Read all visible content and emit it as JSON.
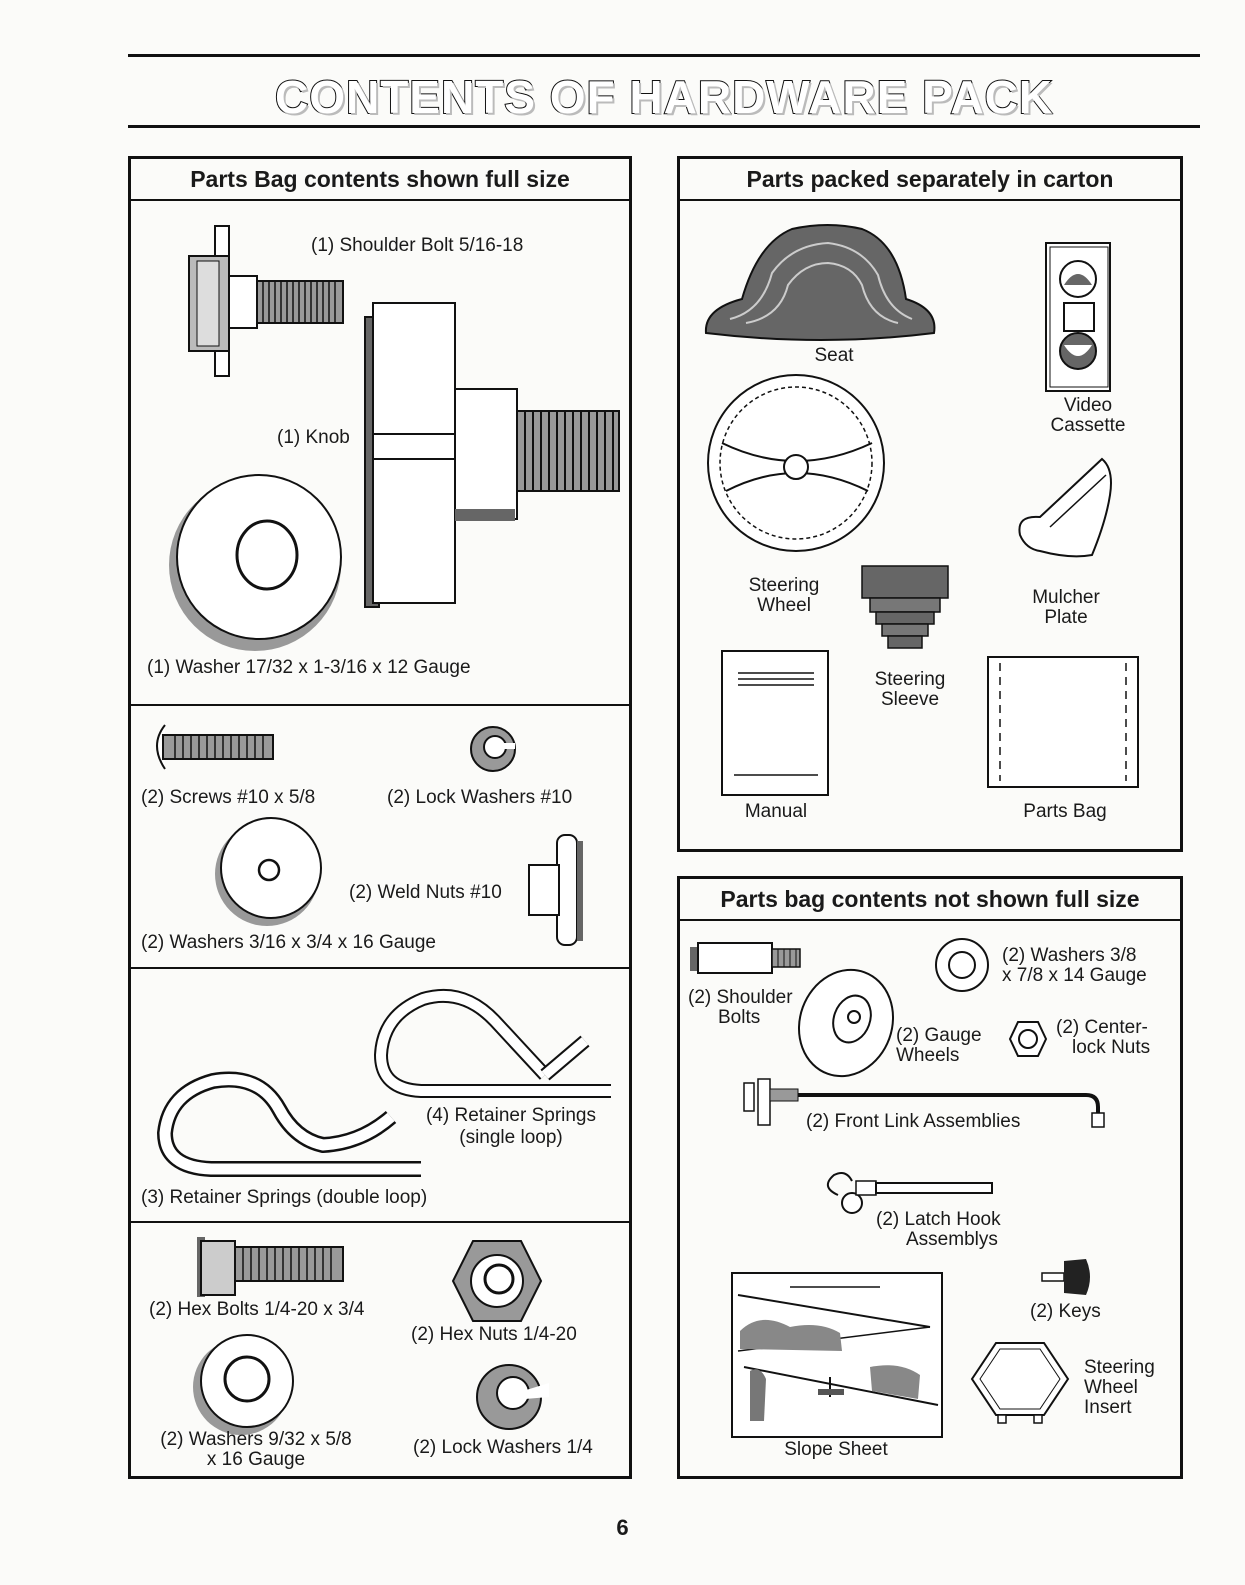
{
  "page": {
    "title": "CONTENTS OF HARDWARE PACK",
    "page_number": "6"
  },
  "left_box": {
    "header": "Parts Bag contents shown full size",
    "sec1": {
      "shoulder_bolt": "(1) Shoulder Bolt  5/16-18",
      "knob": "(1) Knob",
      "washer": "(1) Washer  17/32 x 1-3/16 x 12 Gauge"
    },
    "sec2": {
      "screws": "(2) Screws  #10 x 5/8",
      "lock_washers": "(2) Lock Washers  #10",
      "weld_nuts": "(2) Weld Nuts  #10",
      "washers": "(2) Washers  3/16 x 3/4 x 16 Gauge"
    },
    "sec3": {
      "single_loop_1": "(4)  Retainer Springs",
      "single_loop_2": "(single loop)",
      "double_loop": "(3)  Retainer Springs (double loop)"
    },
    "sec4": {
      "hex_bolts": "(2) Hex Bolts  1/4-20 x 3/4",
      "hex_nuts": "(2) Hex Nuts  1/4-20",
      "washers_1": "(2) Washers  9/32  x 5/8",
      "washers_2": "x 16 Gauge",
      "lock_washers": "(2) Lock Washers  1/4"
    }
  },
  "carton_box": {
    "header": "Parts packed separately in carton",
    "seat": "Seat",
    "video_1": "Video",
    "video_2": "Cassette",
    "steering_wheel_1": "Steering",
    "steering_wheel_2": "Wheel",
    "mulcher_1": "Mulcher",
    "mulcher_2": "Plate",
    "sleeve_1": "Steering",
    "sleeve_2": "Sleeve",
    "manual": "Manual",
    "parts_bag": "Parts Bag"
  },
  "notfull_box": {
    "header": "Parts bag contents not shown full size",
    "shoulder_bolts_1": "(2) Shoulder",
    "shoulder_bolts_2": "Bolts",
    "washers_1": "(2) Washers  3/8",
    "washers_2": "x 7/8 x 14 Gauge",
    "gauge_wheels_1": "(2) Gauge",
    "gauge_wheels_2": "Wheels",
    "centerlock_1": "(2) Center-",
    "centerlock_2": "lock Nuts",
    "front_link": "(2) Front Link Assemblies",
    "latch_hook_1": "(2) Latch Hook",
    "latch_hook_2": "Assemblys",
    "keys": "(2) Keys",
    "slope_sheet": "Slope Sheet",
    "insert_1": "Steering",
    "insert_2": "Wheel",
    "insert_3": "Insert"
  }
}
